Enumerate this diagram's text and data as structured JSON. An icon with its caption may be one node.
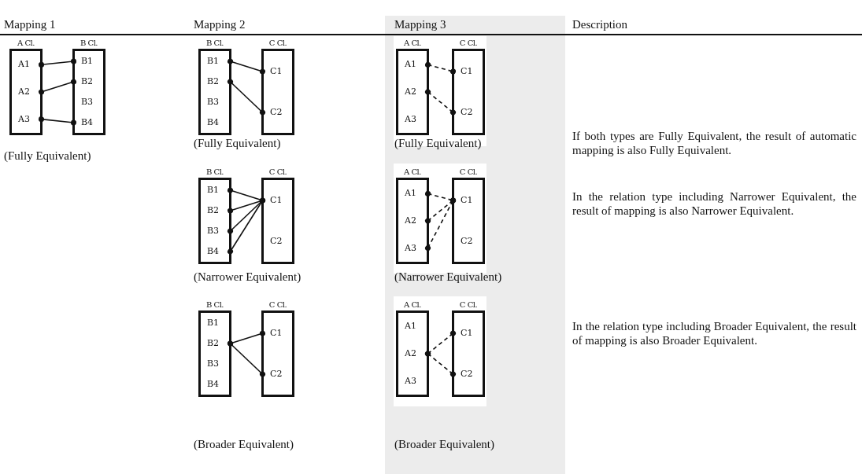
{
  "diagram": {
    "nodes": [
      {
        "text": [
          "A Cl."
        ]
      },
      {
        "text": [
          "A1"
        ],
        "in": 0
      },
      {
        "text": [
          "A2"
        ],
        "in": 0
      },
      {
        "text": [
          "A3"
        ],
        "in": 0
      },
      {
        "text": [
          "B Cl."
        ]
      },
      {
        "text": [
          "B1"
        ],
        "in": 4
      },
      {
        "text": [
          "B2"
        ],
        "in": 4
      },
      {
        "text": [
          "B3"
        ],
        "in": 4
      },
      {
        "text": [
          "B4"
        ],
        "in": 4
      },
      {
        "text": [
          "B Cl."
        ]
      },
      {
        "text": [
          "B1"
        ],
        "in": 9
      },
      {
        "text": [
          "B2"
        ],
        "in": 9
      },
      {
        "text": [
          "B3"
        ],
        "in": 9
      },
      {
        "text": [
          "B4"
        ],
        "in": 9
      },
      {
        "text": [
          "C Cl."
        ]
      },
      {
        "text": [
          "C1"
        ],
        "in": 14
      },
      {
        "text": [
          "C2"
        ],
        "in": 14
      },
      {
        "text": [
          "A Cl."
        ]
      },
      {
        "text": [
          "A1"
        ],
        "in": 17
      },
      {
        "text": [
          "A2"
        ],
        "in": 17
      },
      {
        "text": [
          "A3"
        ],
        "in": 17
      },
      {
        "text": [
          "C Cl."
        ]
      },
      {
        "text": [
          "C1"
        ],
        "in": 21
      },
      {
        "text": [
          "C2"
        ],
        "in": 21
      },
      {
        "text": [
          "B Cl."
        ]
      },
      {
        "text": [
          "B1"
        ],
        "in": 24
      },
      {
        "text": [
          "B2"
        ],
        "in": 24
      },
      {
        "text": [
          "B3"
        ],
        "in": 24
      },
      {
        "text": [
          "B4"
        ],
        "in": 24
      },
      {
        "text": [
          "C Cl."
        ]
      },
      {
        "text": [
          "C1"
        ],
        "in": 29
      },
      {
        "text": [
          "C2"
        ],
        "in": 29
      },
      {
        "text": [
          "A Cl."
        ]
      },
      {
        "text": [
          "A1"
        ],
        "in": 32
      },
      {
        "text": [
          "A2"
        ],
        "in": 32
      },
      {
        "text": [
          "A3"
        ],
        "in": 32
      },
      {
        "text": [
          "C Cl."
        ]
      },
      {
        "text": [
          "C1"
        ],
        "in": 36
      },
      {
        "text": [
          "C2"
        ],
        "in": 36
      },
      {
        "text": [
          "B Cl."
        ]
      },
      {
        "text": [
          "B1"
        ],
        "in": 39
      },
      {
        "text": [
          "B2"
        ],
        "in": 39
      },
      {
        "text": [
          "B3"
        ],
        "in": 39
      },
      {
        "text": [
          "B4"
        ],
        "in": 39
      },
      {
        "text": [
          "C Cl."
        ]
      },
      {
        "text": [
          "C1"
        ],
        "in": 44
      },
      {
        "text": [
          "C2"
        ],
        "in": 44
      },
      {
        "text": [
          "A Cl."
        ]
      },
      {
        "text": [
          "A1"
        ],
        "in": 47
      },
      {
        "text": [
          "A2"
        ],
        "in": 47
      },
      {
        "text": [
          "A3"
        ],
        "in": 47
      },
      {
        "text": [
          "C Cl."
        ]
      },
      {
        "text": [
          "C1"
        ],
        "in": 51
      },
      {
        "text": [
          "C2"
        ],
        "in": 51
      }
    ],
    "edges": [
      {
        "from": 1,
        "to": 5,
        "arrow": "other"
      },
      {
        "from": 2,
        "to": 6,
        "arrow": "other"
      },
      {
        "from": 3,
        "to": 8,
        "arrow": "other"
      },
      {
        "from": 10,
        "to": 15,
        "arrow": "other"
      },
      {
        "from": 11,
        "to": 16,
        "arrow": "other"
      },
      {
        "from": 18,
        "to": 22,
        "arrow": "other",
        "style": "dashed"
      },
      {
        "from": 19,
        "to": 23,
        "arrow": "other",
        "style": "dashed"
      },
      {
        "from": 25,
        "to": 30,
        "arrow": "other"
      },
      {
        "from": 26,
        "to": 30,
        "arrow": "other"
      },
      {
        "from": 27,
        "to": 30,
        "arrow": "other"
      },
      {
        "from": 28,
        "to": 30,
        "arrow": "other"
      },
      {
        "from": 33,
        "to": 37,
        "arrow": "other",
        "style": "dashed"
      },
      {
        "from": 34,
        "to": 37,
        "arrow": "other",
        "style": "dashed"
      },
      {
        "from": 35,
        "to": 37,
        "arrow": "other",
        "style": "dashed"
      },
      {
        "from": 41,
        "to": 45,
        "arrow": "other"
      },
      {
        "from": 41,
        "to": 46,
        "arrow": "other"
      },
      {
        "from": 49,
        "to": 52,
        "arrow": "other",
        "style": "dashed"
      },
      {
        "from": 49,
        "to": 53,
        "arrow": "other",
        "style": "dashed"
      }
    ],
    "labels": [
      "Mapping 1",
      "Mapping 2",
      "Mapping 3",
      "Description",
      "(Fully Equivalent)",
      "(Fully Equivalent)",
      "(Fully Equivalent)",
      "If both types are Fully Equivalent, the result of automatic mapping is also Fully Equivalent.",
      "(Narrower Equivalent)",
      "(Narrower Equivalent)",
      "In the relation type including Narrower Equivalent, the result of mapping is also Narrower Equivalent.",
      "(Broader Equivalent)",
      "(Broader Equivalent)",
      "In the relation type including Broader Equivalent, the result of mapping is also Broader Equivalent."
    ]
  }
}
